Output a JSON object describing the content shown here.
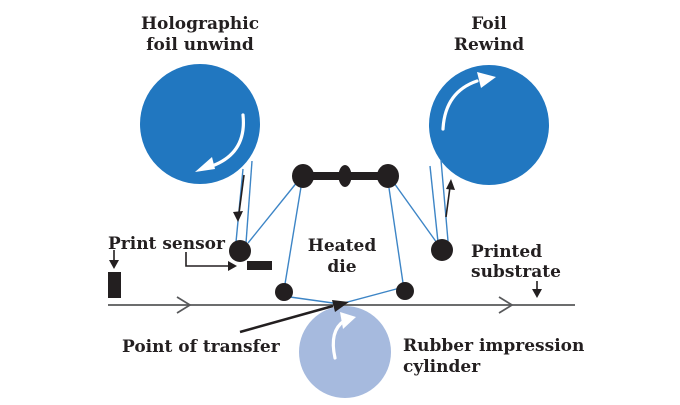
{
  "title": "Holographic foil stamping process diagram",
  "labels": {
    "unwind_line1": "Holographic",
    "unwind_line2": "foil unwind",
    "rewind_line1": "Foil",
    "rewind_line2": "Rewind",
    "print_sensor": "Print sensor",
    "heated_die_line1": "Heated",
    "heated_die_line2": "die",
    "printed_substrate_line1": "Printed",
    "printed_substrate_line2": "substrate",
    "point_of_transfer": "Point of transfer",
    "rubber_line1": "Rubber impression",
    "rubber_line2": "cylinder"
  },
  "icons": {
    "unwind_rotation_arrow": "clockwise-curved-arrow",
    "rewind_rotation_arrow": "clockwise-curved-arrow",
    "rubber_rotation_arrow": "clockwise-curved-arrow",
    "web_direction_chevrons": "right-chevron",
    "foil_down_arrow": "down-arrow",
    "foil_up_arrow": "up-arrow"
  },
  "colors": {
    "roll_blue": "#2177c0",
    "rubber_blue": "#a6bade",
    "foil_blue": "#3d85c6",
    "ink_black": "#231f20",
    "line_gray": "#57585a"
  }
}
